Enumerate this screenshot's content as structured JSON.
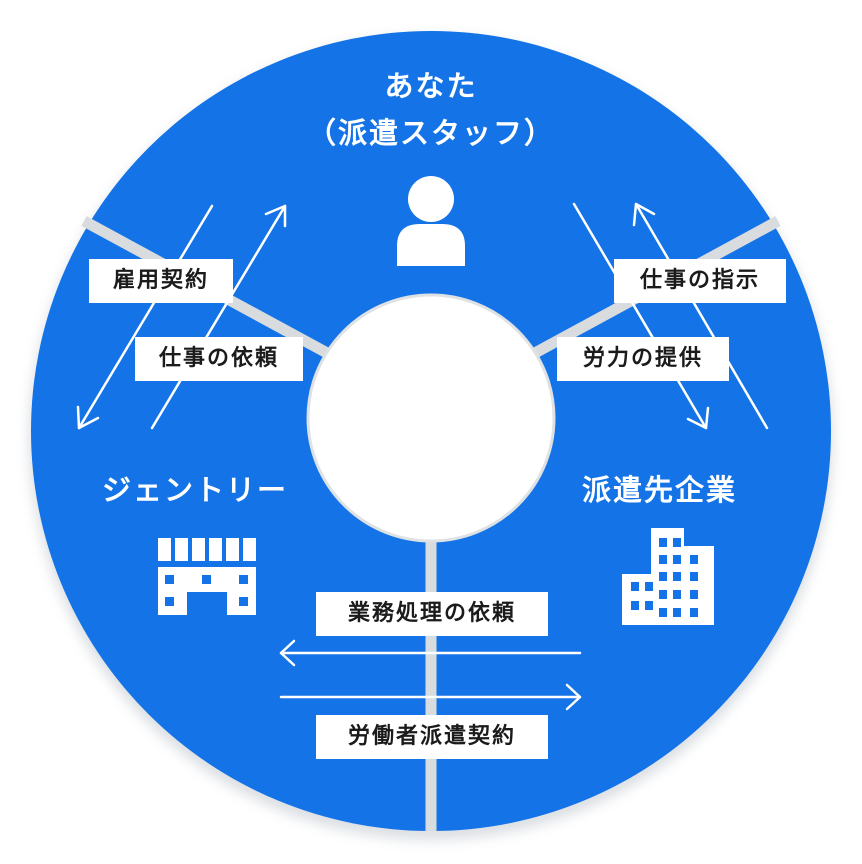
{
  "colors": {
    "ring": "#1473e6",
    "divider": "#d9dcde",
    "line": "#ffffff",
    "text_dark": "#1b1b1b"
  },
  "nodes": {
    "staff": {
      "name": "あなた",
      "role": "（派遣スタッフ）",
      "icon": "person-icon"
    },
    "gentry": {
      "name": "ジェントリー",
      "icon": "office-building-icon"
    },
    "client": {
      "name": "派遣先企業",
      "icon": "tall-building-icon"
    }
  },
  "relations": {
    "employment_contract": "雇用契約",
    "work_request_left": "仕事の依頼",
    "work_instruction": "仕事の指示",
    "labor_provision": "労力の提供",
    "business_request": "業務処理の依頼",
    "dispatch_contract": "労働者派遣契約"
  }
}
